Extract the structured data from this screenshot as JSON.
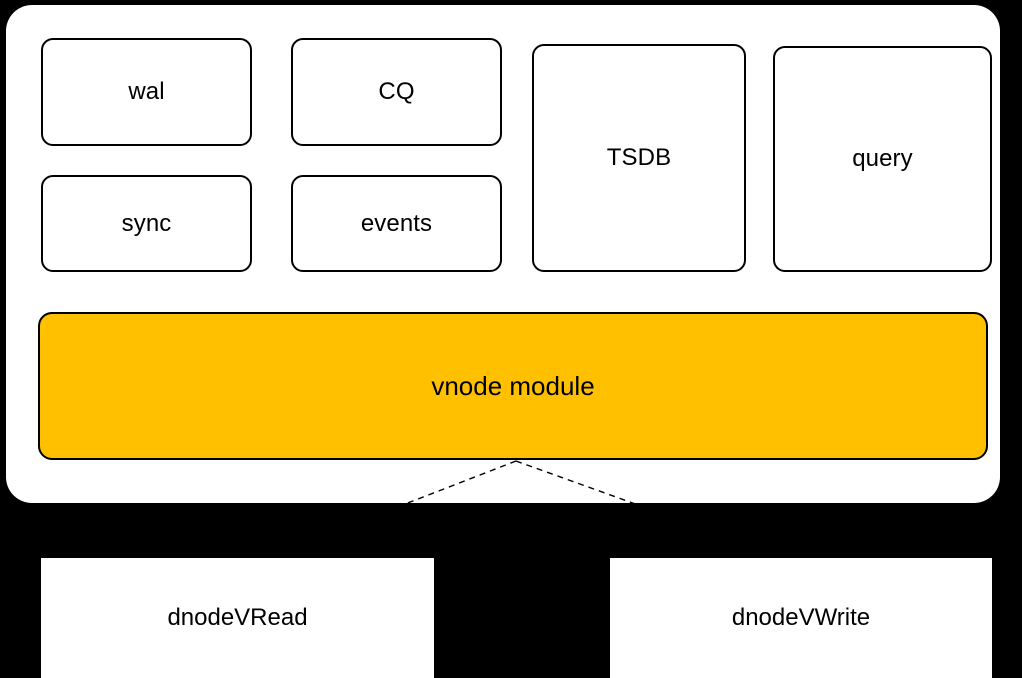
{
  "diagram": {
    "title": "vnode module architecture",
    "background_color": "#000000",
    "accent_color": "#ffc000",
    "panel_color": "#ffffff",
    "stroke_color": "#000000"
  },
  "container": {
    "name": "vnode-container"
  },
  "modules": [
    {
      "id": "wal",
      "label": "wal"
    },
    {
      "id": "cq",
      "label": "CQ"
    },
    {
      "id": "sync",
      "label": "sync"
    },
    {
      "id": "events",
      "label": "events"
    },
    {
      "id": "tsdb",
      "label": "TSDB"
    },
    {
      "id": "query",
      "label": "query"
    }
  ],
  "vnode_bar": {
    "label": "vnode module"
  },
  "consumers": [
    {
      "id": "dnodevread",
      "label": "dnodeVRead"
    },
    {
      "id": "dnodevwrite",
      "label": "dnodeVWrite"
    }
  ],
  "connectors": {
    "style": "dashed",
    "apex_label": "",
    "left_target": "dnodeVRead",
    "right_target": "dnodeVWrite"
  }
}
